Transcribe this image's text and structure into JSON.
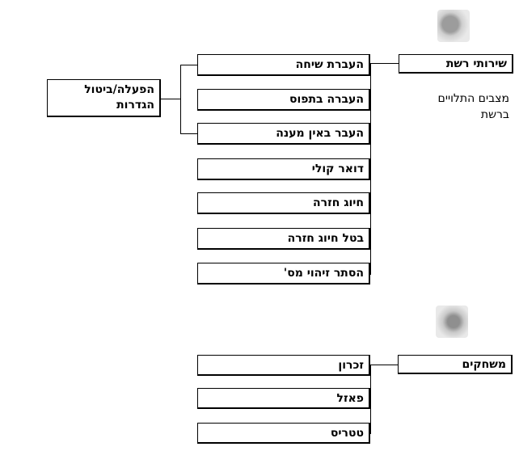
{
  "network": {
    "title": "שירותי רשת",
    "note_line1": "מצבים התלויים",
    "note_line2": "ברשת",
    "icon": "globe-icon",
    "items": [
      "העברת שיחה",
      "העברה בתפוס",
      "העבר באין מענה",
      "דואר קולי",
      "חיוג חזרה",
      "בטל חיוג חזרה",
      "הסתר זיהוי מס'"
    ],
    "settings_line1": "הפעלה/ביטול",
    "settings_line2": "הגדרות"
  },
  "games": {
    "title": "משחקים",
    "icon": "game-controller-icon",
    "items": [
      "זכרון",
      "פאזל",
      "טטריס"
    ]
  }
}
